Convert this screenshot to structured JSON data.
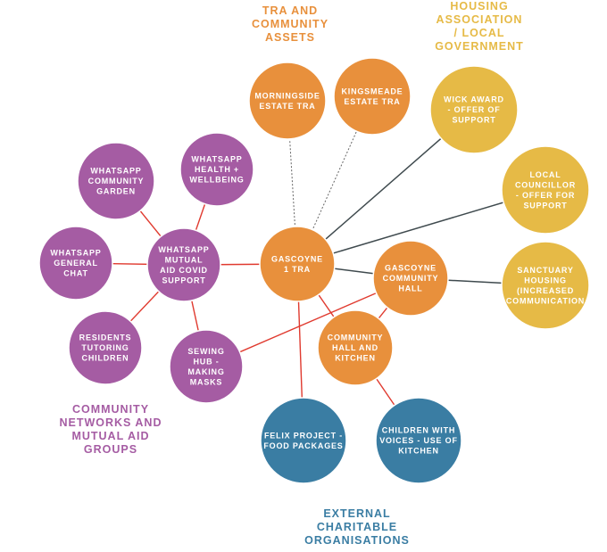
{
  "title": "Gascoyne 1 TRA community network",
  "colors": {
    "tra": "#E8903C",
    "housing": "#E6BA46",
    "community": "#A55CA3",
    "charity": "#3A7DA3",
    "edge_red": "#E03A2F",
    "edge_dark": "#3F4A4E",
    "edge_dotted": "#666666"
  },
  "groups": [
    {
      "id": "tra",
      "lines": [
        "TRA AND",
        "COMMUNITY",
        "ASSETS"
      ]
    },
    {
      "id": "housing",
      "lines": [
        "HOUSING",
        "ASSOCIATION",
        "/ LOCAL",
        "GOVERNMENT"
      ]
    },
    {
      "id": "community",
      "lines": [
        "COMMUNITY",
        "NETWORKS AND",
        "MUTUAL AID",
        "GROUPS"
      ]
    },
    {
      "id": "charity",
      "lines": [
        "EXTERNAL",
        "CHARITABLE",
        "ORGANISATIONS"
      ]
    }
  ],
  "nodes": [
    {
      "id": "gascoyne-1-tra",
      "group": "tra",
      "lines": [
        "GASCOYNE",
        "1 TRA"
      ]
    },
    {
      "id": "morningside-estate-tra",
      "group": "tra",
      "lines": [
        "MORNINGSIDE",
        "ESTATE TRA"
      ]
    },
    {
      "id": "kingsmeade-estate-tra",
      "group": "tra",
      "lines": [
        "KINGSMEADE",
        "ESTATE TRA"
      ]
    },
    {
      "id": "gascoyne-community-hall",
      "group": "tra",
      "lines": [
        "GASCOYNE",
        "COMMUNITY",
        "HALL"
      ]
    },
    {
      "id": "community-hall-and-kitchen",
      "group": "tra",
      "lines": [
        "COMMUNITY",
        "HALL AND",
        "KITCHEN"
      ]
    },
    {
      "id": "wick-award",
      "group": "housing",
      "lines": [
        "WICK AWARD",
        "- OFFER OF",
        "SUPPORT"
      ]
    },
    {
      "id": "local-councillor",
      "group": "housing",
      "lines": [
        "LOCAL",
        "COUNCILLOR",
        "- OFFER FOR",
        "SUPPORT"
      ]
    },
    {
      "id": "sanctuary-housing",
      "group": "housing",
      "lines": [
        "SANCTUARY",
        "HOUSING",
        "(INCREASED",
        "COMMUNICATION"
      ]
    },
    {
      "id": "whatsapp-mutual-aid",
      "group": "community",
      "lines": [
        "WHATSAPP",
        "MUTUAL",
        "AID COVID",
        "SUPPORT"
      ]
    },
    {
      "id": "whatsapp-community-garden",
      "group": "community",
      "lines": [
        "WHATSAPP",
        "COMMUNITY",
        "GARDEN"
      ]
    },
    {
      "id": "whatsapp-health-wellbeing",
      "group": "community",
      "lines": [
        "WHATSAPP",
        "HEALTH +",
        "WELLBEING"
      ]
    },
    {
      "id": "whatsapp-general-chat",
      "group": "community",
      "lines": [
        "WHATSAPP",
        "GENERAL",
        "CHAT"
      ]
    },
    {
      "id": "residents-tutoring-children",
      "group": "community",
      "lines": [
        "RESIDENTS",
        "TUTORING",
        "CHILDREN"
      ]
    },
    {
      "id": "sewing-hub",
      "group": "community",
      "lines": [
        "SEWING",
        "HUB -",
        "MAKING",
        "MASKS"
      ]
    },
    {
      "id": "felix-project",
      "group": "charity",
      "lines": [
        "FELIX PROJECT -",
        "FOOD PACKAGES"
      ]
    },
    {
      "id": "children-with-voices",
      "group": "charity",
      "lines": [
        "CHILDREN WITH",
        "VOICES - USE OF",
        "KITCHEN"
      ]
    }
  ],
  "edges": [
    {
      "from": "gascoyne-1-tra",
      "to": "morningside-estate-tra",
      "style": "dotted"
    },
    {
      "from": "gascoyne-1-tra",
      "to": "kingsmeade-estate-tra",
      "style": "dotted"
    },
    {
      "from": "gascoyne-1-tra",
      "to": "wick-award",
      "style": "dark"
    },
    {
      "from": "gascoyne-1-tra",
      "to": "local-councillor",
      "style": "dark"
    },
    {
      "from": "gascoyne-1-tra",
      "to": "gascoyne-community-hall",
      "style": "dark"
    },
    {
      "from": "gascoyne-community-hall",
      "to": "sanctuary-housing",
      "style": "dark"
    },
    {
      "from": "gascoyne-1-tra",
      "to": "whatsapp-mutual-aid",
      "style": "red"
    },
    {
      "from": "gascoyne-1-tra",
      "to": "community-hall-and-kitchen",
      "style": "red"
    },
    {
      "from": "gascoyne-1-tra",
      "to": "felix-project",
      "style": "red"
    },
    {
      "from": "gascoyne-community-hall",
      "to": "community-hall-and-kitchen",
      "style": "red"
    },
    {
      "from": "gascoyne-community-hall",
      "to": "sewing-hub",
      "style": "red"
    },
    {
      "from": "community-hall-and-kitchen",
      "to": "children-with-voices",
      "style": "red"
    },
    {
      "from": "whatsapp-mutual-aid",
      "to": "whatsapp-community-garden",
      "style": "red"
    },
    {
      "from": "whatsapp-mutual-aid",
      "to": "whatsapp-health-wellbeing",
      "style": "red"
    },
    {
      "from": "whatsapp-mutual-aid",
      "to": "whatsapp-general-chat",
      "style": "red"
    },
    {
      "from": "whatsapp-mutual-aid",
      "to": "residents-tutoring-children",
      "style": "red"
    },
    {
      "from": "whatsapp-mutual-aid",
      "to": "sewing-hub",
      "style": "red"
    }
  ]
}
